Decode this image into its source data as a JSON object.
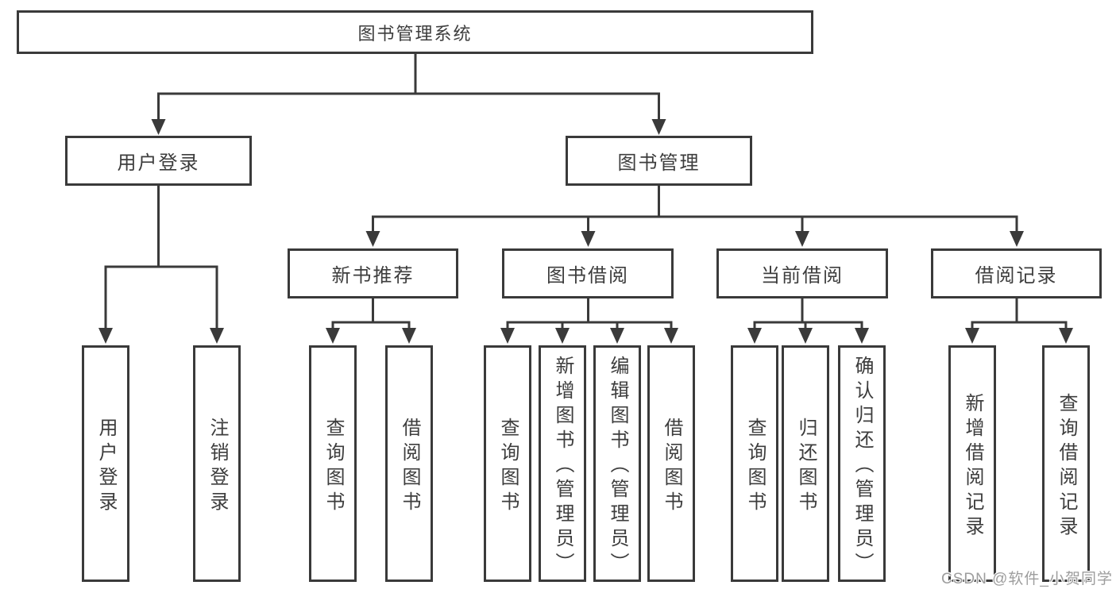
{
  "diagram": {
    "type": "function-structure-tree",
    "title": "图书管理系统"
  },
  "tree": {
    "label": "图书管理系统",
    "children": [
      {
        "label": "用户登录",
        "children": [
          {
            "label": "用户登录"
          },
          {
            "label": "注销登录"
          }
        ]
      },
      {
        "label": "图书管理",
        "children": [
          {
            "label": "新书推荐",
            "children": [
              {
                "label": "查询图书"
              },
              {
                "label": "借阅图书"
              }
            ]
          },
          {
            "label": "图书借阅",
            "children": [
              {
                "label": "查询图书"
              },
              {
                "label": "新增图书（管理员）"
              },
              {
                "label": "编辑图书（管理员）"
              },
              {
                "label": "借阅图书"
              }
            ]
          },
          {
            "label": "当前借阅",
            "children": [
              {
                "label": "查询图书"
              },
              {
                "label": "归还图书"
              },
              {
                "label": "确认归还（管理员）"
              }
            ]
          },
          {
            "label": "借阅记录",
            "children": [
              {
                "label": "新增借阅记录"
              },
              {
                "label": "查询借阅记录"
              }
            ]
          }
        ]
      }
    ]
  },
  "watermark": {
    "text": "CSDN @软件_小贺同学",
    "color": "#9d9d9d"
  },
  "colors": {
    "line": "#3a3a3a",
    "text": "#3d3d3d",
    "box_fill": "#ffffff",
    "background": "#ffffff"
  }
}
